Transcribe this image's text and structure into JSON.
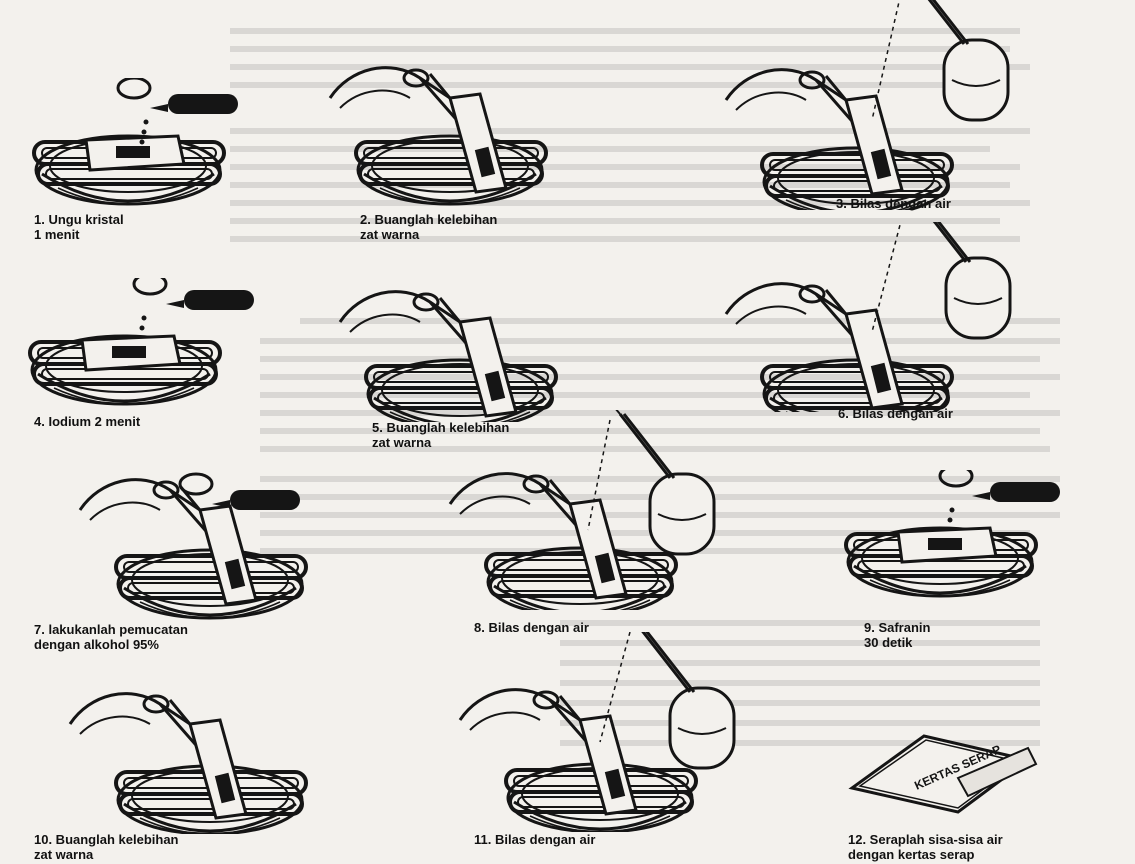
{
  "figure": {
    "steps": [
      {
        "label": "1. Ungu kristal\n    1 menit"
      },
      {
        "label": "2. Buanglah kelebihan\n    zat warna"
      },
      {
        "label": "3. Bilas dengan air"
      },
      {
        "label": "4. Iodium 2 menit"
      },
      {
        "label": "5. Buanglah kelebihan\n    zat warna"
      },
      {
        "label": "6. Bilas dengan air"
      },
      {
        "label": "7. lakukanlah pemucatan\n    dengan alkohol 95%"
      },
      {
        "label": "8. Bilas dengan air"
      },
      {
        "label": "9. Safranin\n    30 detik"
      },
      {
        "label": "10. Buanglah kelebihan\n     zat warna"
      },
      {
        "label": "11. Bilas dengan air"
      },
      {
        "label": "12. Seraplah sisa-sisa air\n     dengan kertas serap"
      }
    ],
    "paper_label": "KERTAS SERAP",
    "ink_color": "#151515",
    "paper_color": "#f3f1ed"
  }
}
